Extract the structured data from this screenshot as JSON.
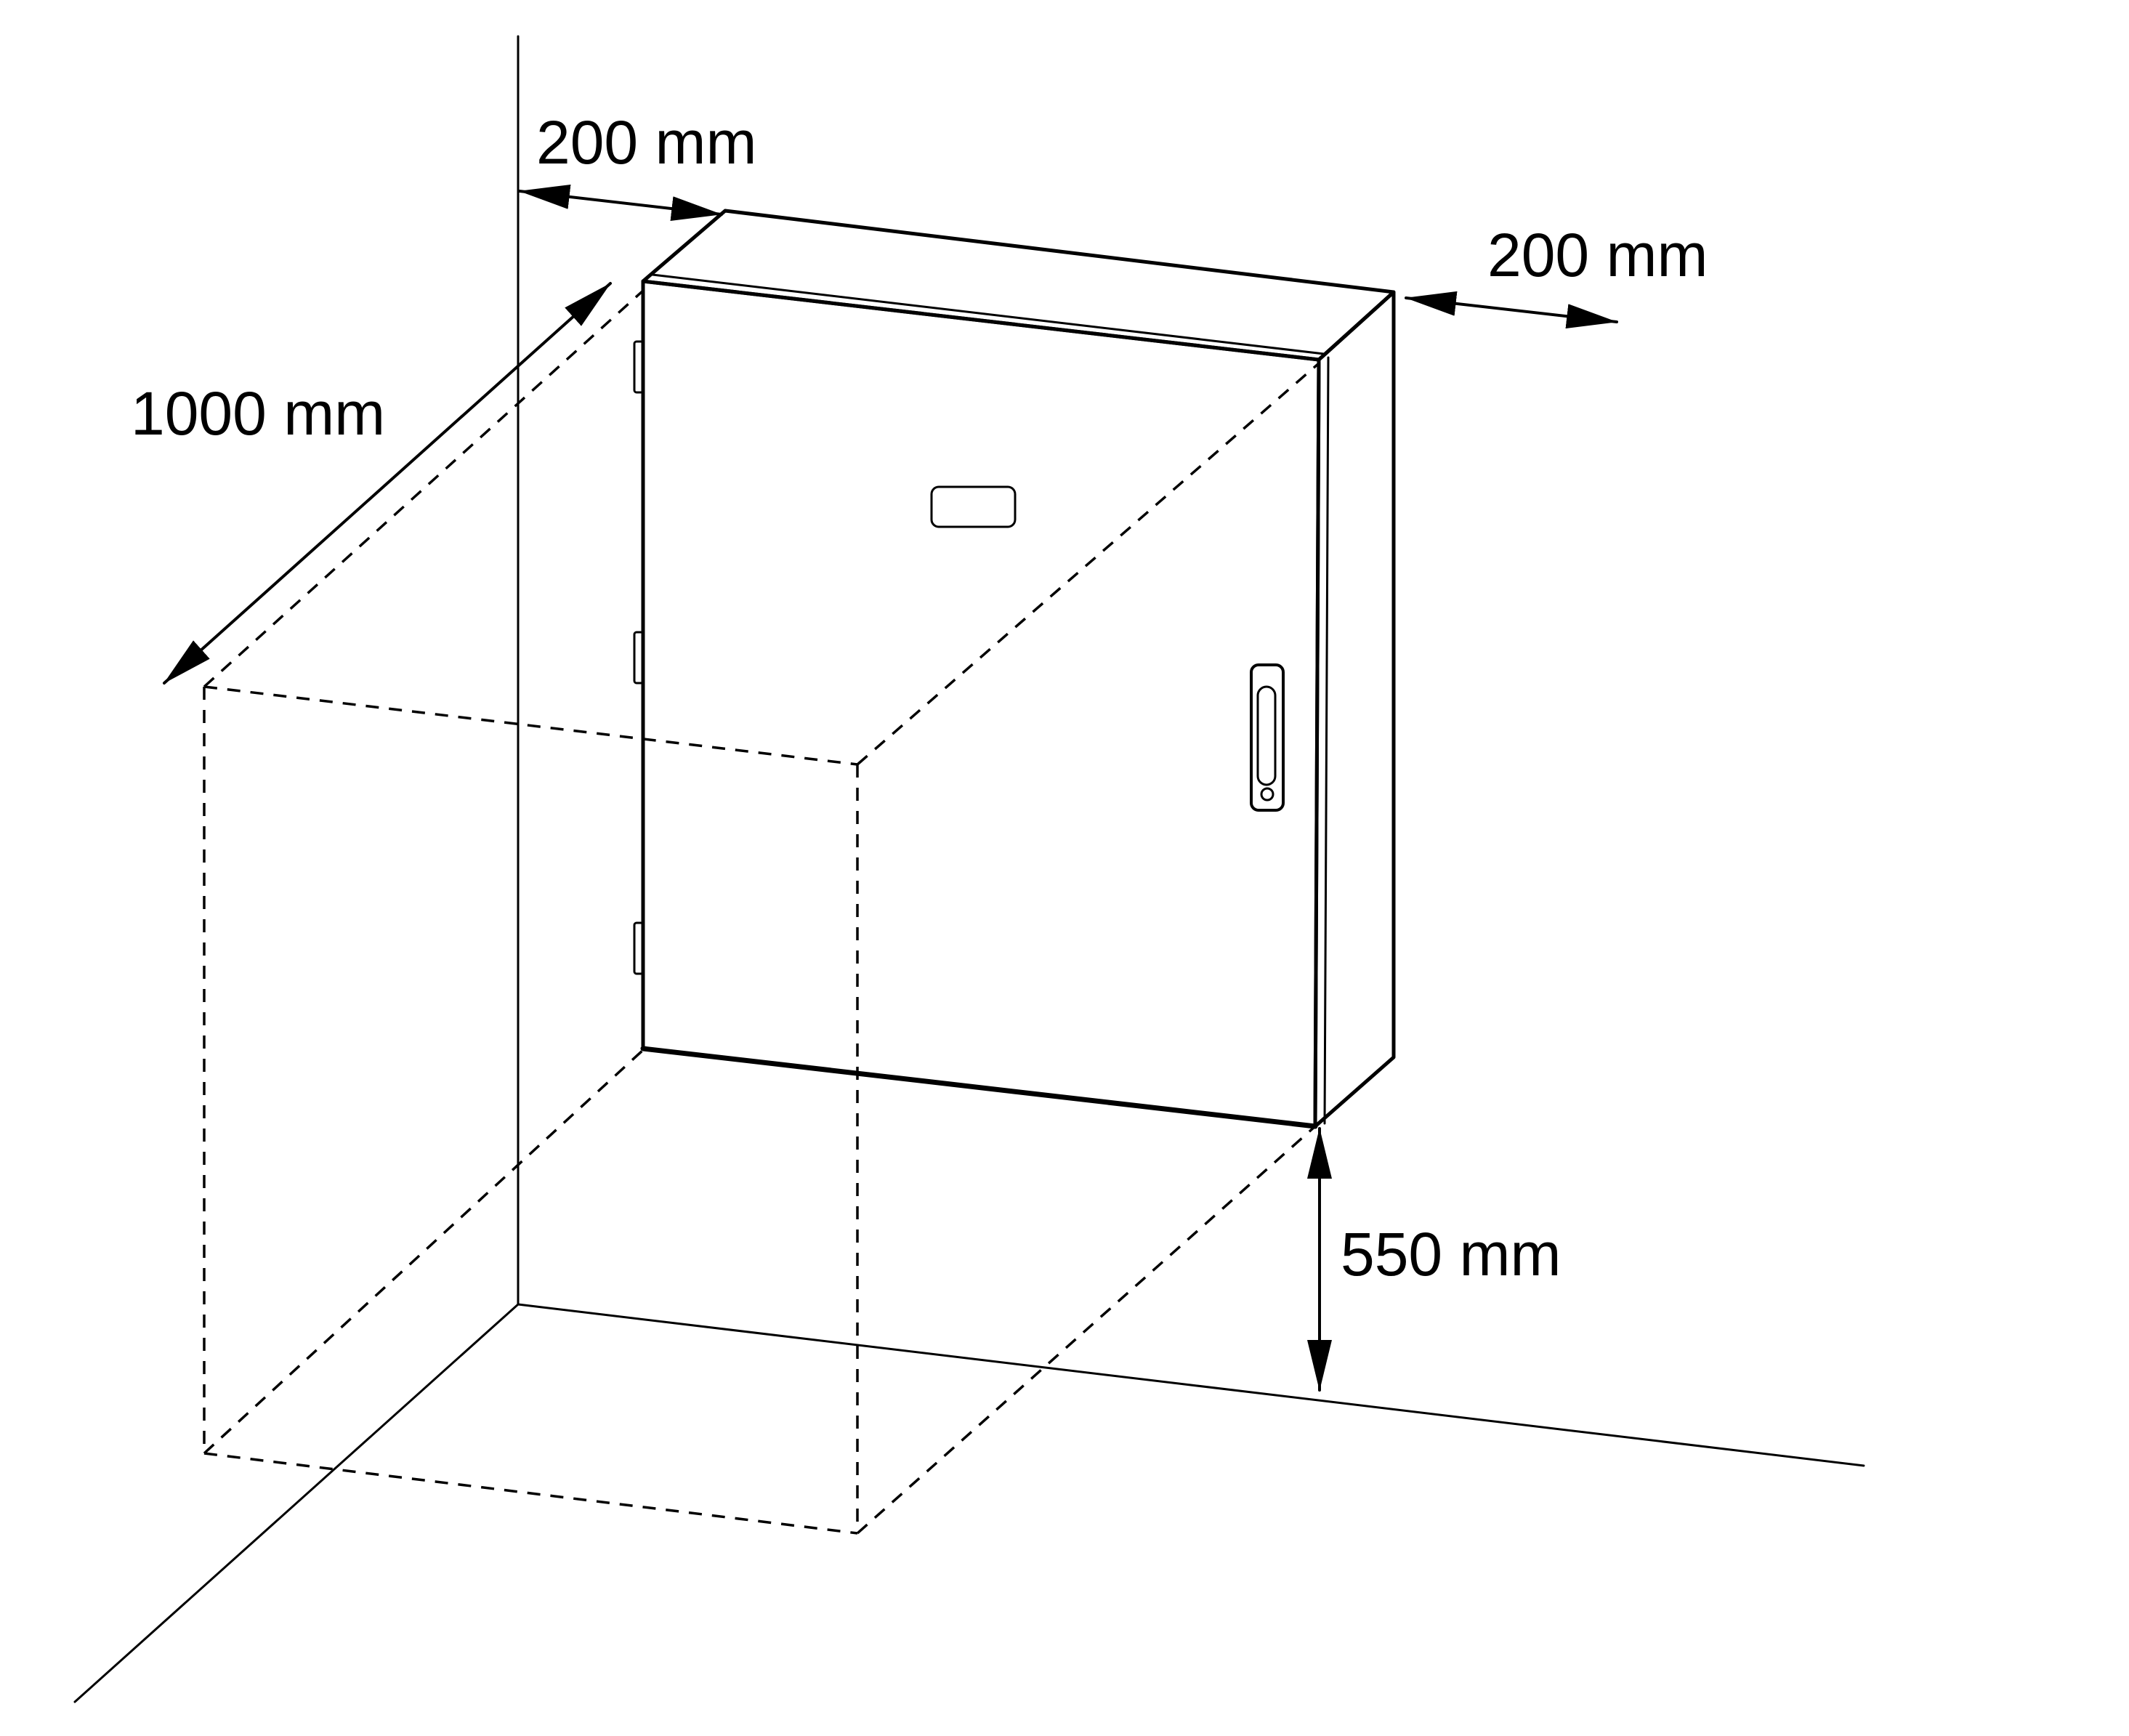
{
  "dimensions": {
    "top_left_clearance": "200 mm",
    "top_right_clearance": "200 mm",
    "front_clearance": "1000 mm",
    "floor_clearance": "550 mm"
  },
  "colors": {
    "line": "#000000",
    "background": "#ffffff"
  },
  "icons": {
    "cabinet": "wall-mounted-cabinet",
    "handle": "door-handle",
    "window": "display-window",
    "hinge": "door-hinge",
    "arrow": "double-arrow"
  }
}
